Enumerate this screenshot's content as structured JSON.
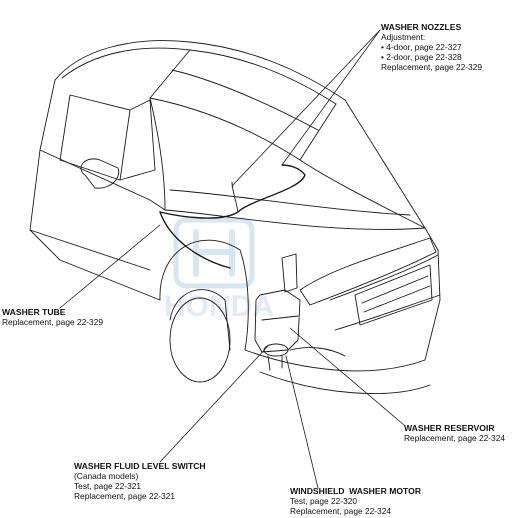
{
  "callouts": {
    "washer_nozzles": {
      "title": "WASHER NOZZLES",
      "lines": [
        "Adjustment:",
        "• 4-door, page 22-327",
        "• 2-door, page 22-328",
        "Replacement, page 22-329"
      ]
    },
    "washer_tube": {
      "title": "WASHER TUBE",
      "lines": [
        "Replacement, page 22-329"
      ]
    },
    "washer_reservoir": {
      "title": "WASHER RESERVOIR",
      "lines": [
        "Replacement, page 22-324"
      ]
    },
    "washer_fluid_level_switch": {
      "title": "WASHER FLUID LEVEL SWITCH",
      "subtitle": "(Canada models)",
      "lines": [
        "Test, page 22-321",
        "Replacement, page 22-321"
      ]
    },
    "windshield_washer_motor": {
      "title_part1": "WINDSHIELD",
      "title_part2": "WASHER MOTOR",
      "lines": [
        "Test, page 22-320",
        "Replacement, page 22-324"
      ]
    }
  },
  "watermark": "HONDA",
  "colors": {
    "line": "#1a1a1a",
    "watermark": "#b9d3e6"
  }
}
